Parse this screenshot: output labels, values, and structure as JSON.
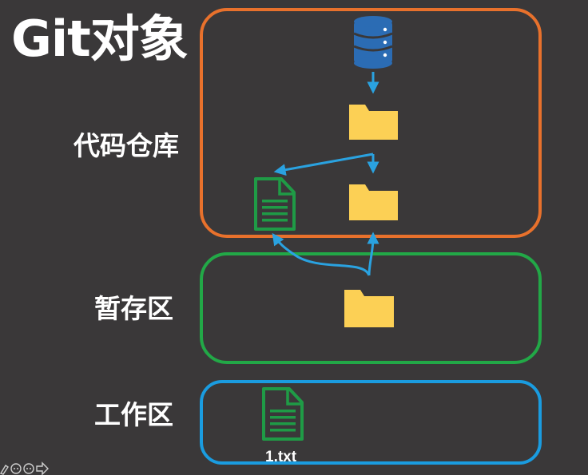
{
  "title": "Git对象",
  "sections": {
    "repository": {
      "label": "代码仓库",
      "color": "#e8712c"
    },
    "staging": {
      "label": "暂存区",
      "color": "#22a847"
    },
    "working": {
      "label": "工作区",
      "color": "#1a9ce0"
    }
  },
  "working_file": {
    "name": "1.txt"
  },
  "colors": {
    "background": "#3a3839",
    "folder": "#fcd055",
    "file_icon": "#1f9b46",
    "database": "#2b6cb4",
    "arrow": "#2aa2e0"
  },
  "icons": [
    "database-icon",
    "folder-icon",
    "file-icon",
    "arrow"
  ]
}
